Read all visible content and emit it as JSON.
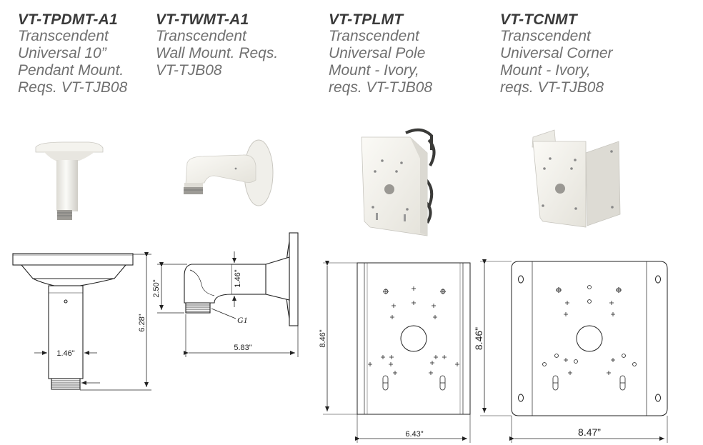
{
  "products": [
    {
      "model": "VT-TPDMT-A1",
      "description": "Transcendent\nUniversal 10”\nPendant Mount.\nReqs. VT-TJB08"
    },
    {
      "model": "VT-TWMT-A1",
      "description": "Transcendent\nWall Mount. Reqs.\nVT-TJB08"
    },
    {
      "model": "VT-TPLMT",
      "description": "Transcendent\nUniversal Pole\nMount - Ivory,\nreqs. VT-TJB08"
    },
    {
      "model": "VT-TCNMT",
      "description": "Transcendent\nUniversal Corner\nMount - Ivory,\nreqs. VT-TJB08"
    }
  ],
  "dimensions": {
    "pendant_height": "6.28\"",
    "pendant_diameter": "1.46\"",
    "wall_height": "2.50\"",
    "wall_arm_diameter": "1.46\"",
    "wall_thread_label": "G1",
    "wall_length": "5.83\"",
    "pole_height": "8.46\"",
    "pole_width": "6.43\"",
    "corner_height": "8.46\"",
    "corner_width": "8.47”"
  },
  "colors": {
    "product_fill": "#f2f1ec",
    "product_shadow": "#cfcdc6",
    "line": "#222222",
    "model_text": "#3a3a3a",
    "desc_text": "#707070"
  }
}
